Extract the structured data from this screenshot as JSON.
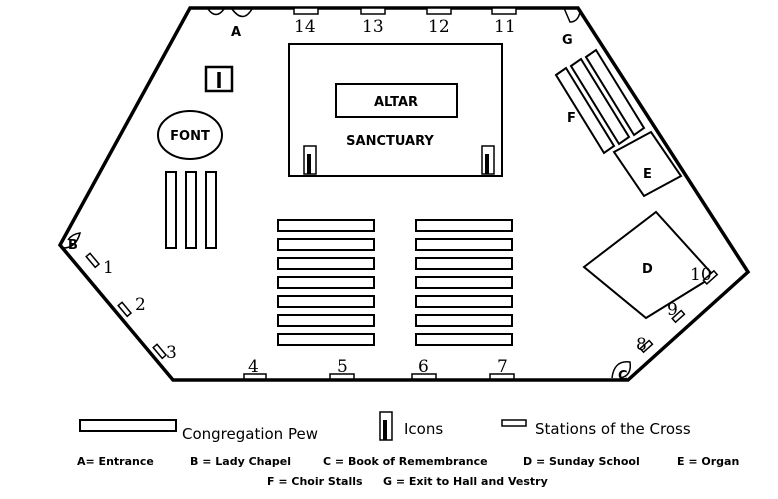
{
  "plan": {
    "altar": "ALTAR",
    "sanctuary": "SANCTUARY",
    "font": "FONT",
    "areas": {
      "a": "A",
      "b": "B",
      "c": "C",
      "d": "D",
      "e": "E",
      "f": "F",
      "g": "G"
    },
    "stations": [
      "1",
      "2",
      "3",
      "4",
      "5",
      "6",
      "7",
      "8",
      "9",
      "10",
      "11",
      "12",
      "13",
      "14"
    ]
  },
  "legend": {
    "pew": "Congregation Pew",
    "icons": "Icons",
    "stations": "Stations of the Cross"
  },
  "key": {
    "a": "A= Entrance",
    "b": "B = Lady Chapel",
    "c": "C = Book of Remembrance",
    "d": "D = Sunday School",
    "e": "E = Organ",
    "f": "F = Choir Stalls",
    "g": "G = Exit to Hall and Vestry"
  }
}
